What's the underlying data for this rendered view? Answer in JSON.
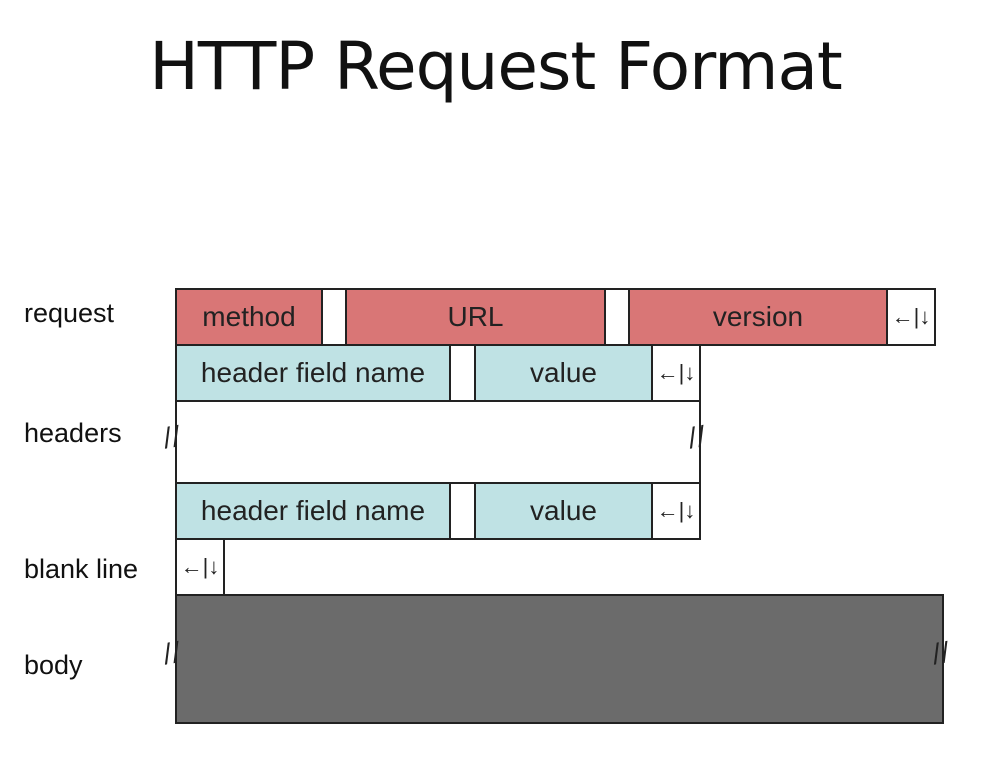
{
  "title": "HTTP Request Format",
  "labels": {
    "request": "request",
    "headers": "headers",
    "blank_line": "blank line",
    "body": "body"
  },
  "request_line": {
    "method": "method",
    "url": "URL",
    "version": "version",
    "crlf": "←|↓"
  },
  "header_line_1": {
    "name": "header field name",
    "value": "value",
    "crlf": "←|↓"
  },
  "header_line_2": {
    "name": "header field name",
    "value": "value",
    "crlf": "←|↓"
  },
  "blank_line_crlf": "←|↓",
  "colors": {
    "request": "#d97676",
    "header": "#bfe2e4",
    "body": "#6b6b6b"
  }
}
